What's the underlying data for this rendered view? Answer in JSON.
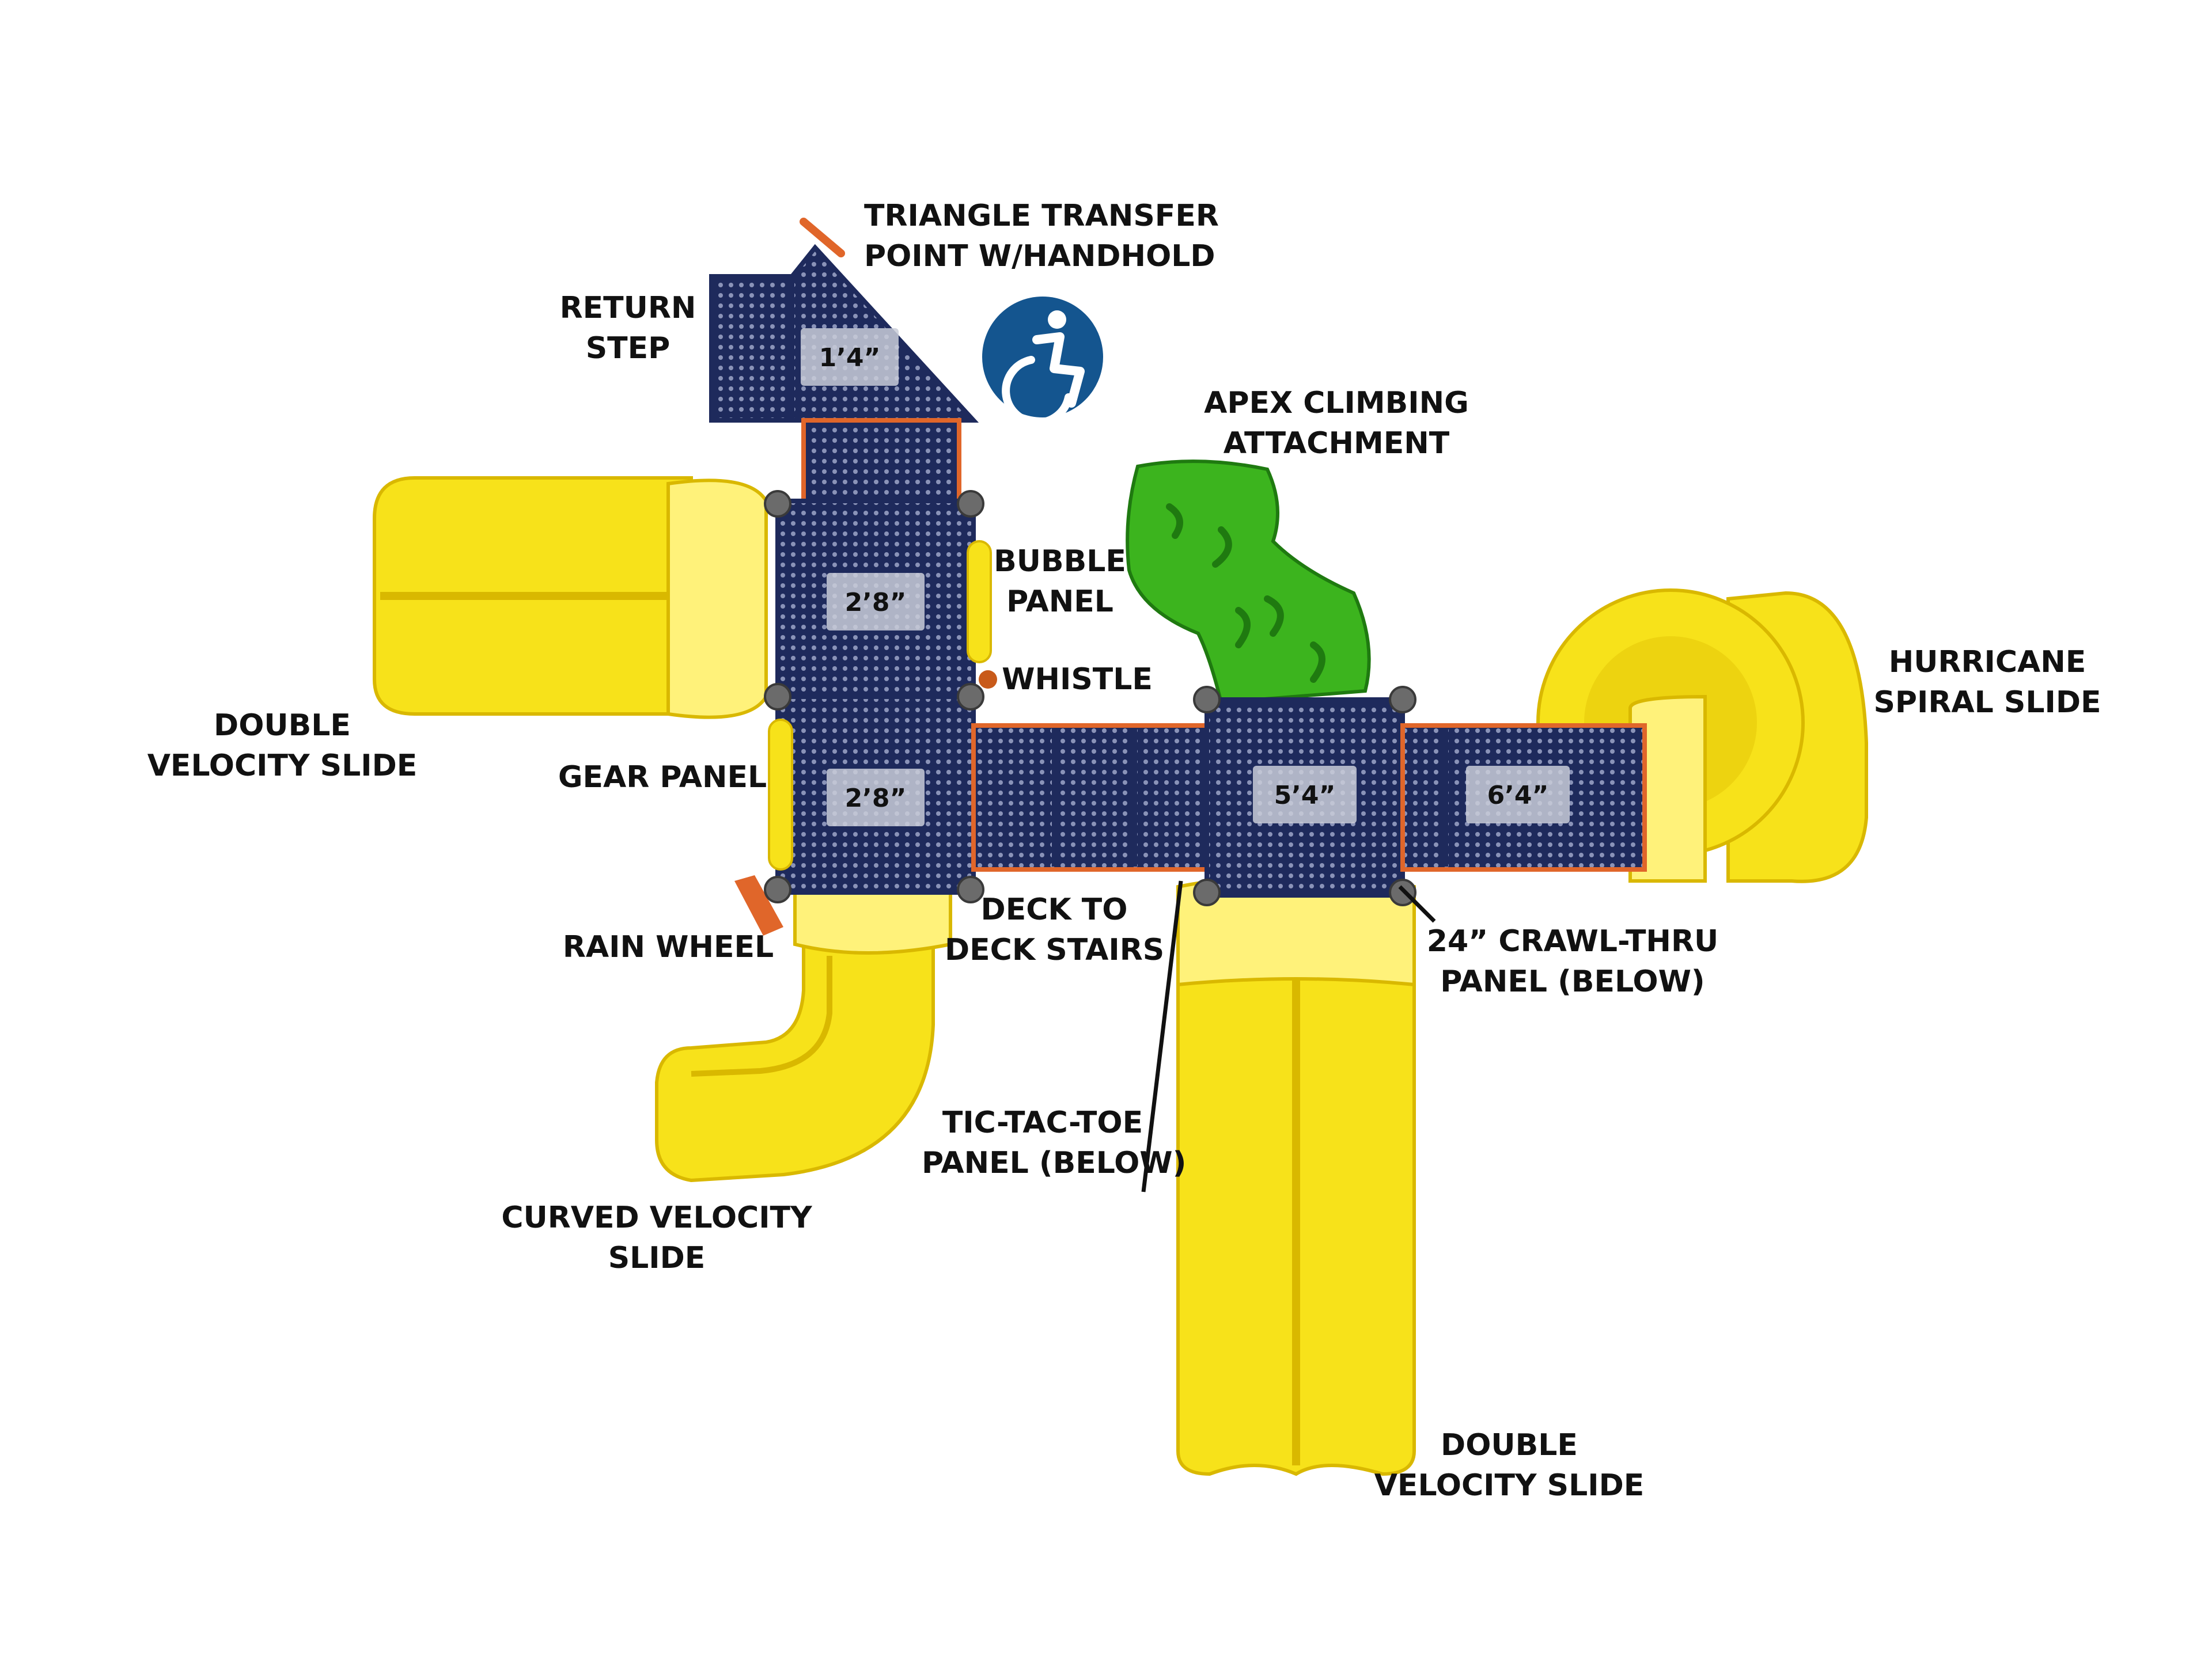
{
  "colors": {
    "slide": "#f7e21a",
    "slide_shade": "#d9b800",
    "slide_light": "#fff27a",
    "deck": "#1e2a5c",
    "deck_dots": "#8a93b8",
    "frame": "#e0662a",
    "climber": "#3cb41e",
    "climber_dark": "#1f7a10",
    "accessibility_badge": "#14558f"
  },
  "labels": {
    "triangle_transfer": [
      "TRIANGLE TRANSFER",
      "POINT W/HANDHOLD"
    ],
    "return_step": [
      "RETURN",
      "STEP"
    ],
    "apex_climbing": [
      "APEX CLIMBING",
      "ATTACHMENT"
    ],
    "bubble_panel": [
      "BUBBLE",
      "PANEL"
    ],
    "whistle": [
      "WHISTLE"
    ],
    "hurricane": [
      "HURRICANE",
      "SPIRAL SLIDE"
    ],
    "double_velocity_left": [
      "DOUBLE",
      "VELOCITY SLIDE"
    ],
    "gear_panel": [
      "GEAR PANEL"
    ],
    "rain_wheel": [
      "RAIN WHEEL"
    ],
    "deck_stairs": [
      "DECK TO",
      "DECK STAIRS"
    ],
    "crawl_thru": [
      "24” CRAWL-THRU",
      "PANEL (BELOW)"
    ],
    "tic_tac_toe": [
      "TIC-TAC-TOE",
      "PANEL (BELOW)"
    ],
    "curved_velocity": [
      "CURVED VELOCITY",
      "SLIDE"
    ],
    "double_velocity_bottom": [
      "DOUBLE",
      "VELOCITY SLIDE"
    ]
  },
  "deck_heights": {
    "transfer": "1’4”",
    "upper_left": "2’8”",
    "lower_left": "2’8”",
    "center": "5’4”",
    "right": "6’4”"
  },
  "icons": {
    "accessibility": "wheelchair-accessibility-icon"
  }
}
